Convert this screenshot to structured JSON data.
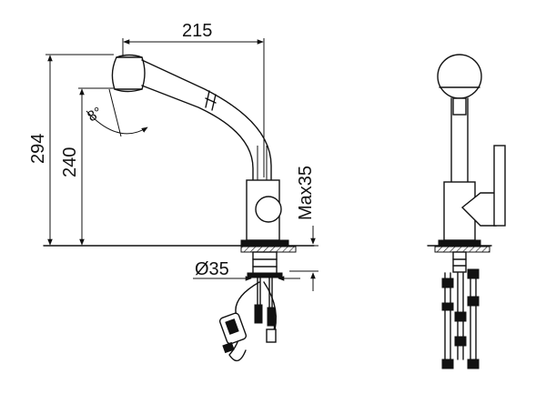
{
  "dimensions": {
    "width": "215",
    "total_height": "294",
    "spout_height": "240",
    "max_thickness": "Max35",
    "hole_diameter": "Ø35",
    "angle": "8°"
  }
}
